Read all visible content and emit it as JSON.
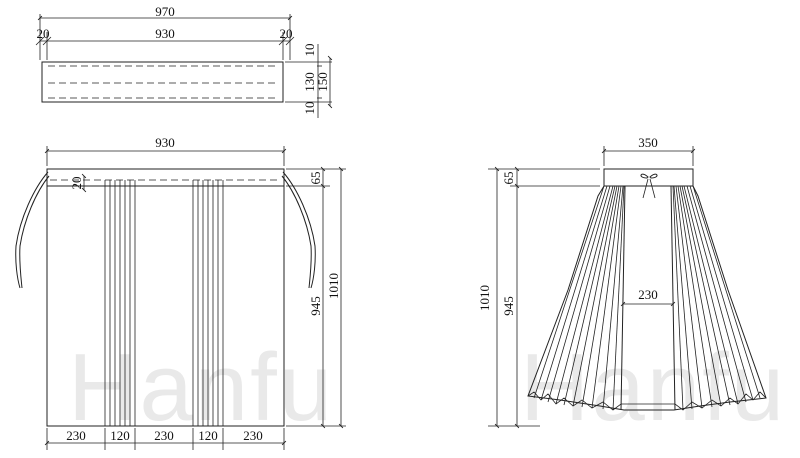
{
  "watermark": "Hanfu",
  "waistband": {
    "total_width": "970",
    "margin_left": "20",
    "inner_width": "930",
    "margin_right": "20",
    "top_margin": "10",
    "inner_height": "130",
    "total_height": "150",
    "bottom_margin": "10"
  },
  "flat_skirt": {
    "width": "930",
    "band_seam": "20",
    "band_height": "65",
    "panel_height": "945",
    "total_length": "1010",
    "bottom_segments": [
      "230",
      "120",
      "230",
      "120",
      "230"
    ]
  },
  "worn_skirt": {
    "waist_width": "350",
    "band_height": "65",
    "total_length": "1010",
    "panel_length": "945",
    "front_panel_width": "230"
  }
}
